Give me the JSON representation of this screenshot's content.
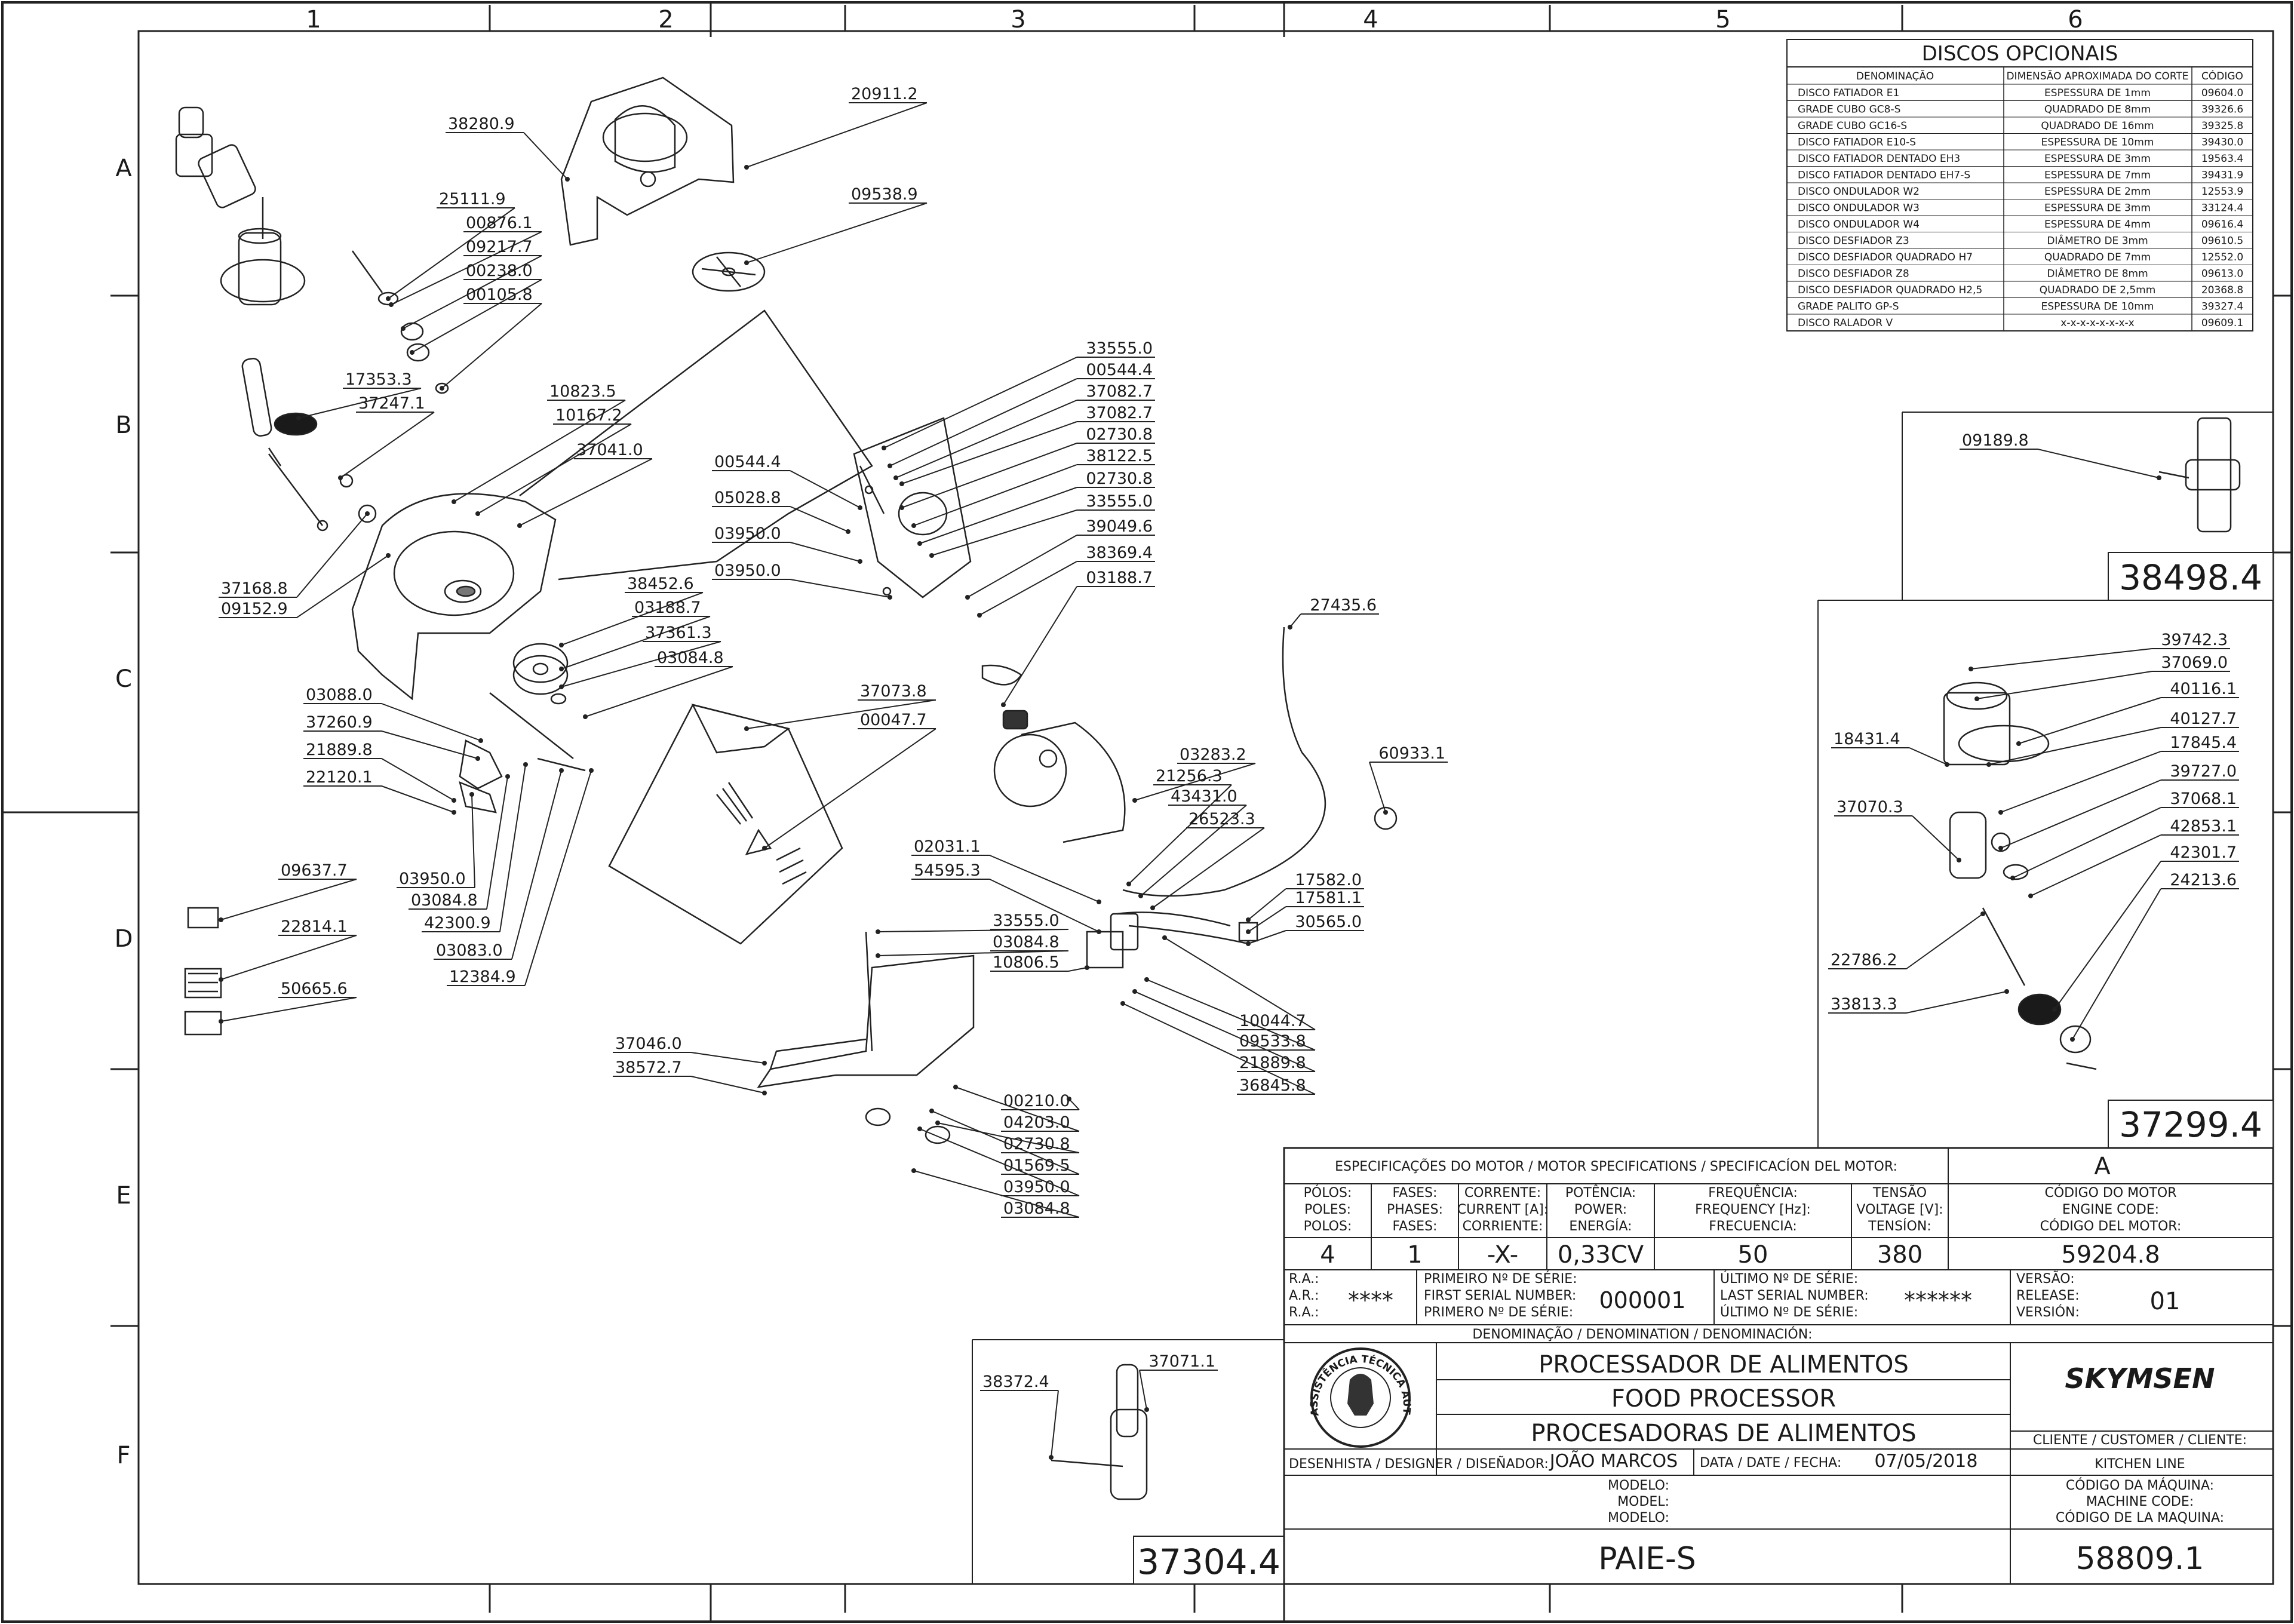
{
  "frame": {
    "columns": [
      "1",
      "2",
      "3",
      "4",
      "5",
      "6"
    ],
    "rows": [
      "A",
      "B",
      "C",
      "D",
      "E",
      "F"
    ]
  },
  "optional_discs": {
    "title": "DISCOS OPCIONAIS",
    "headers": [
      "DENOMINAÇÃO",
      "DIMENSÃO APROXIMADA DO CORTE",
      "CÓDIGO"
    ],
    "rows": [
      [
        "DISCO FATIADOR E1",
        "ESPESSURA DE 1mm",
        "09604.0"
      ],
      [
        "GRADE CUBO GC8-S",
        "QUADRADO DE 8mm",
        "39326.6"
      ],
      [
        "GRADE CUBO GC16-S",
        "QUADRADO DE 16mm",
        "39325.8"
      ],
      [
        "DISCO FATIADOR E10-S",
        "ESPESSURA DE 10mm",
        "39430.0"
      ],
      [
        "DISCO FATIADOR DENTADO EH3",
        "ESPESSURA DE 3mm",
        "19563.4"
      ],
      [
        "DISCO FATIADOR DENTADO EH7-S",
        "ESPESSURA DE 7mm",
        "39431.9"
      ],
      [
        "DISCO ONDULADOR W2",
        "ESPESSURA DE 2mm",
        "12553.9"
      ],
      [
        "DISCO ONDULADOR W3",
        "ESPESSURA DE 3mm",
        "33124.4"
      ],
      [
        "DISCO ONDULADOR W4",
        "ESPESSURA DE 4mm",
        "09616.4"
      ],
      [
        "DISCO DESFIADOR Z3",
        "DIÂMETRO DE 3mm",
        "09610.5"
      ],
      [
        "DISCO DESFIADOR QUADRADO H7",
        "QUADRADO DE 7mm",
        "12552.0"
      ],
      [
        "DISCO DESFIADOR Z8",
        "DIÂMETRO DE 8mm",
        "09613.0"
      ],
      [
        "DISCO DESFIADOR QUADRADO H2,5",
        "QUADRADO DE 2,5mm",
        "20368.8"
      ],
      [
        "GRADE PALITO GP-S",
        "ESPESSURA DE 10mm",
        "39327.4"
      ],
      [
        "DISCO RALADOR V",
        "x-x-x-x-x-x-x-x",
        "09609.1"
      ]
    ]
  },
  "callouts": [
    "38280.9",
    "20911.2",
    "09538.9",
    "25111.9",
    "00876.1",
    "09217.7",
    "00238.0",
    "00105.8",
    "17353.3",
    "37247.1",
    "10823.5",
    "10167.2",
    "37041.0",
    "37168.8",
    "09152.9",
    "38452.6",
    "03188.7",
    "37361.3",
    "03084.8",
    "03088.0",
    "37260.9",
    "21889.8",
    "22120.1",
    "03950.0",
    "03084.8",
    "42300.9",
    "03083.0",
    "12384.9",
    "09637.7",
    "22814.1",
    "50665.6",
    "00544.4",
    "05028.8",
    "03950.0",
    "03950.0",
    "33555.0",
    "00544.4",
    "37082.7",
    "37082.7",
    "02730.8",
    "38122.5",
    "02730.8",
    "33555.0",
    "39049.6",
    "38369.4",
    "03188.7",
    "37073.8",
    "00047.7",
    "27435.6",
    "03283.2",
    "21256.3",
    "43431.0",
    "26523.3",
    "60933.1",
    "02031.1",
    "54595.3",
    "17582.0",
    "17581.1",
    "30565.0",
    "33555.0",
    "03084.8",
    "10806.5",
    "10044.7",
    "09533.8",
    "21889.8",
    "36845.8",
    "37046.0",
    "38572.7",
    "00210.0",
    "04203.0",
    "02730.8",
    "01569.5",
    "03950.0",
    "03084.8",
    "09189.8",
    "39742.3",
    "37069.0",
    "40116.1",
    "40127.7",
    "17845.4",
    "39727.0",
    "37068.1",
    "42853.1",
    "42301.7",
    "24213.6",
    "18431.4",
    "37070.3",
    "22786.2",
    "33813.3",
    "38372.4",
    "37071.1"
  ],
  "detail_boxes": {
    "top_right": "38498.4",
    "middle_right": "37299.4",
    "bottom_left": "37304.4"
  },
  "motor": {
    "heading": "ESPECIFICAÇÕES DO MOTOR / MOTOR SPECIFICATIONS / SPECIFICACÍON DEL MOTOR:",
    "revision": "A",
    "headers": [
      [
        "PÓLOS:",
        "POLES:",
        "POLOS:"
      ],
      [
        "FASES:",
        "PHASES:",
        "FASES:"
      ],
      [
        "CORRENTE:",
        "CURRENT [A]:",
        "CORRIENTE:"
      ],
      [
        "POTÊNCIA:",
        "POWER:",
        "ENERGÍA:"
      ],
      [
        "FREQUÊNCIA:",
        "FREQUENCY [Hz]:",
        "FRECUENCIA:"
      ],
      [
        "TENSÃO",
        "VOLTAGE [V]:",
        "TENSÍON:"
      ],
      [
        "CÓDIGO DO MOTOR",
        "ENGINE CODE:",
        "CÓDIGO DEL MOTOR:"
      ]
    ],
    "values": [
      "4",
      "1",
      "-X-",
      "0,33CV",
      "50",
      "380",
      "59204.8"
    ]
  },
  "serial": {
    "ra_labels": [
      "R.A.:",
      "A.R.:",
      "R.A.:"
    ],
    "ra_value": "****",
    "first_labels": [
      "PRIMEIRO Nº DE SÉRIE:",
      "FIRST SERIAL NUMBER:",
      "PRIMERO Nº DE SÉRIE:"
    ],
    "first_value": "000001",
    "last_labels": [
      "ÚLTIMO Nº DE SÉRIE:",
      "LAST SERIAL NUMBER:",
      "ÚLTIMO Nº DE SÉRIE:"
    ],
    "last_value": "******",
    "version_labels": [
      "VERSÃO:",
      "RELEASE:",
      "VERSIÓN:"
    ],
    "version_value": "01"
  },
  "title_block": {
    "denomination_label": "DENOMINAÇÃO / DENOMINATION / DENOMINACIÓN:",
    "titles": [
      "PROCESSADOR DE ALIMENTOS",
      "FOOD PROCESSOR",
      "PROCESADORAS DE ALIMENTOS"
    ],
    "seal_text": "ASSISTÊNCIA TÉCNICA AUTORIZADA",
    "brand": "SKYMSEN",
    "customer_label": "CLIENTE / CUSTOMER / CLIENTE:",
    "customer_value": "KITCHEN LINE",
    "designer_label": "DESENHISTA / DESIGNER / DISEÑADOR:",
    "designer_value": "JOÃO MARCOS",
    "date_label": "DATA / DATE / FECHA:",
    "date_value": "07/05/2018",
    "model_labels": [
      "MODELO:",
      "MODEL:",
      "MODELO:"
    ],
    "model_value": "PAIE-S",
    "machine_code_labels": [
      "CÓDIGO DA MÁQUINA:",
      "MACHINE CODE:",
      "CÓDIGO DE LA MAQUINA:"
    ],
    "machine_code_value": "58809.1"
  }
}
